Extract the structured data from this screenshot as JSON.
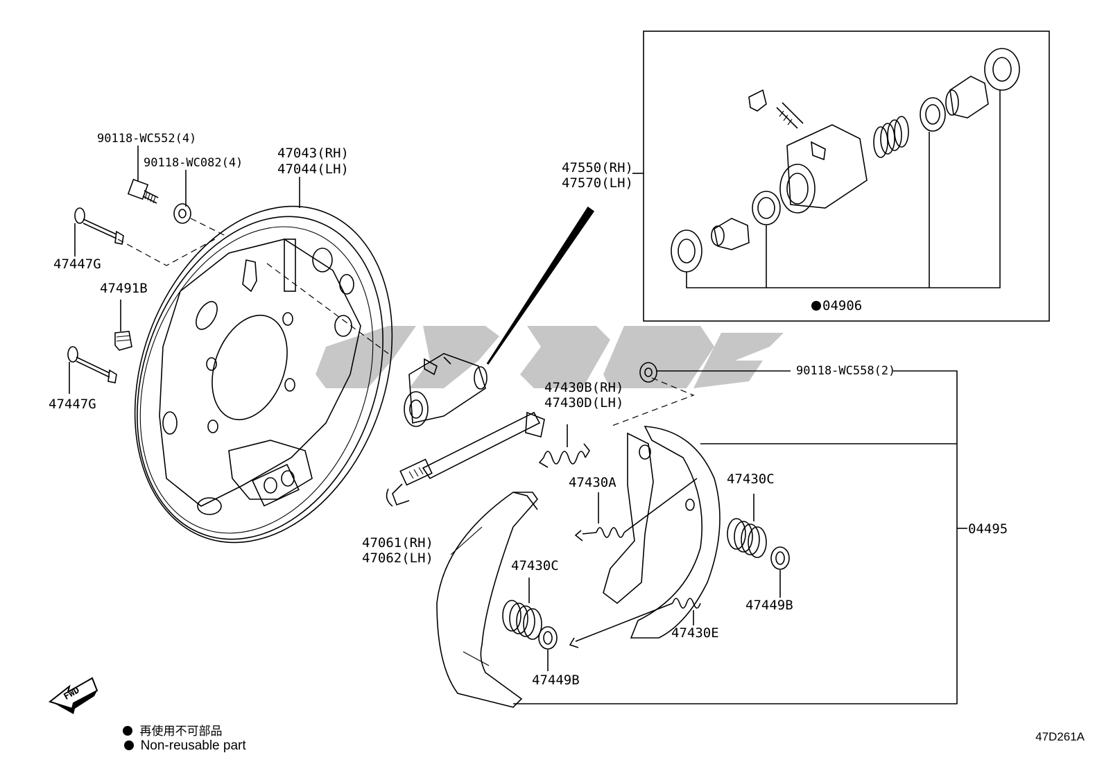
{
  "labels": {
    "bolt": "90118-WC552(4)",
    "washer": "90118-WC082(4)",
    "backing_plate": [
      "47043(RH)",
      "47044(LH)"
    ],
    "pin_top": "47447G",
    "plug": "47491B",
    "pin_bottom": "47447G",
    "wheel_cylinder": [
      "47550(RH)",
      "47570(LH)"
    ],
    "cylinder_kit": "04906",
    "washer_right": "90118-WC558(2)",
    "spring_bd": [
      "47430B(RH)",
      "47430D(LH)"
    ],
    "spring_a": "47430A",
    "spring_c_right": "47430C",
    "adjuster": [
      "47061(RH)",
      "47062(LH)"
    ],
    "spring_c_left": "47430C",
    "shoe_set": "04495",
    "retainer_right": "47449B",
    "spring_e": "47430E",
    "retainer_left": "47449B",
    "fwd": "FWD"
  },
  "legend": {
    "line1": "再使用不可部品",
    "line2": "Non-reusable part"
  },
  "diagram_id": "47D261A"
}
